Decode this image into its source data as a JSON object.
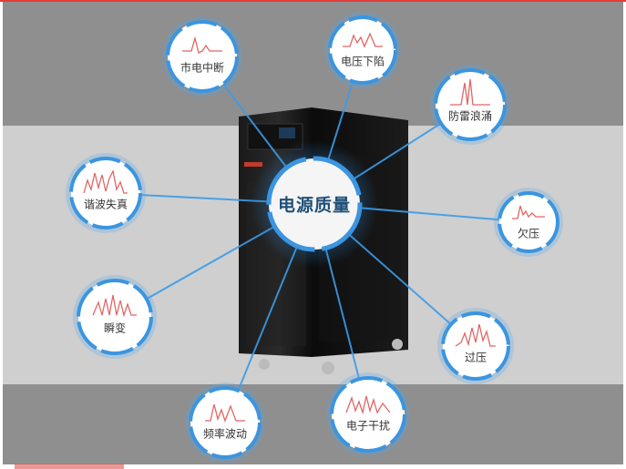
{
  "center": {
    "label": "电源质量"
  },
  "issues": [
    {
      "id": "power-outage",
      "label": "市电中断"
    },
    {
      "id": "voltage-sag",
      "label": "电压下陷"
    },
    {
      "id": "lightning-surge",
      "label": "防雷浪涌"
    },
    {
      "id": "harmonic-distortion",
      "label": "谐波失真"
    },
    {
      "id": "undervoltage",
      "label": "欠压"
    },
    {
      "id": "transient",
      "label": "瞬变"
    },
    {
      "id": "overvoltage",
      "label": "过压"
    },
    {
      "id": "frequency-fluctuation",
      "label": "频率波动"
    },
    {
      "id": "electronic-interference",
      "label": "电子干扰"
    }
  ],
  "colors": {
    "ring": "#3b95e0",
    "wave": "#e06666",
    "line": "#3b9be8"
  }
}
